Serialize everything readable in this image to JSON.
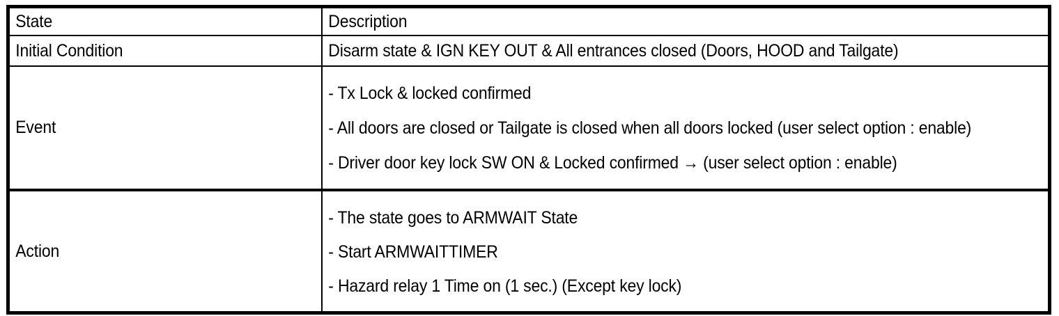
{
  "table": {
    "headers": {
      "state": "State",
      "description": "Description"
    },
    "rows": [
      {
        "state": "Initial Condition",
        "lines": [
          "Disarm state & IGN KEY OUT & All entrances closed (Doors, HOOD and Tailgate)"
        ]
      },
      {
        "state": "Event",
        "lines": [
          "- Tx Lock & locked confirmed",
          "- All doors are closed or Tailgate is closed when all doors locked (user select option : enable)",
          "- Driver door key lock SW ON & Locked confirmed → (user select option : enable)"
        ]
      },
      {
        "state": "Action",
        "lines": [
          "- The state goes to ARMWAIT State",
          "- Start ARMWAITTIMER",
          "- Hazard relay 1 Time on (1 sec.) (Except key lock)"
        ]
      }
    ]
  },
  "colors": {
    "border": "#000000",
    "text": "#000000",
    "background": "#ffffff"
  }
}
